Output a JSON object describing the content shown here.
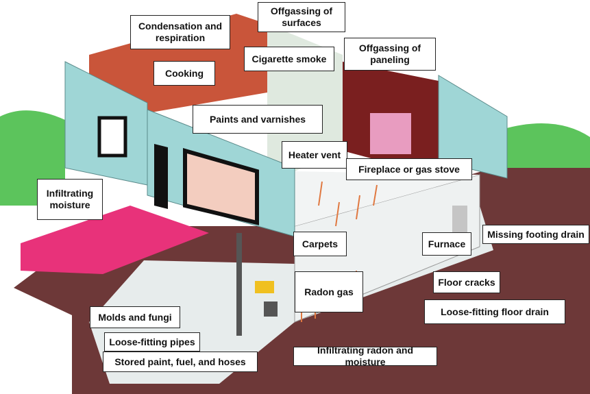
{
  "colors": {
    "siding": "#9fd6d6",
    "wall_brick": "#c9553a",
    "paneling": "#7a1f1f",
    "ground": "#6d3838",
    "lawn": "#5cc45c",
    "walkway": "#e8327a",
    "floor": "#e7ecec"
  },
  "labels": {
    "offgassing_surfaces": "Offgassing of\nsurfaces",
    "condensation_respiration": "Condensation and\nrespiration",
    "cigarette_smoke": "Cigarette smoke",
    "offgassing_paneling": "Offgassing of\npaneling",
    "cooking": "Cooking",
    "paints_varnishes": "Paints and varnishes",
    "heater_vent": "Heater vent",
    "fireplace_gas_stove": "Fireplace or gas stove",
    "infiltrating_moisture": "Infiltrating\nmoisture",
    "carpets": "Carpets",
    "furnace": "Furnace",
    "missing_footing_drain": "Missing footing drain",
    "radon_gas": "Radon gas",
    "floor_cracks": "Floor cracks",
    "loose_floor_drain": "Loose-fitting floor drain",
    "molds_fungi": "Molds and fungi",
    "loose_pipes": "Loose-fitting pipes",
    "stored_paint": "Stored paint, fuel, and hoses",
    "infiltrating_radon": "Infiltrating radon and moisture"
  }
}
